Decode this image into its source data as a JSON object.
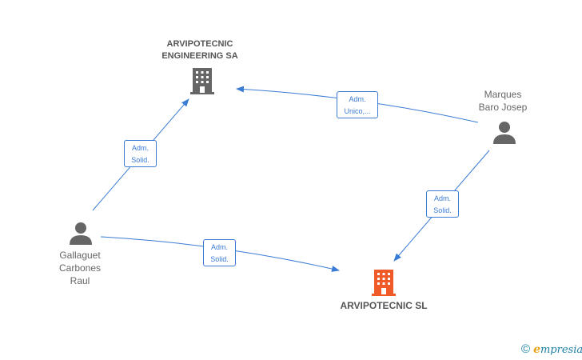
{
  "nodes": {
    "engineering": {
      "line1": "ARVIPOTECNIC",
      "line2": "ENGINEERING SA"
    },
    "marques": {
      "line1": "Marques",
      "line2": "Baro Josep"
    },
    "gallaguet": {
      "line1": "Gallaguet",
      "line2": "Carbones",
      "line3": "Raul"
    },
    "sl": {
      "line1": "ARVIPOTECNIC SL"
    }
  },
  "edges": {
    "marques_to_engineering": {
      "line1": "Adm.",
      "line2": "Unico,..."
    },
    "gallaguet_to_engineering": {
      "line1": "Adm.",
      "line2": "Solid."
    },
    "marques_to_sl": {
      "line1": "Adm.",
      "line2": "Solid."
    },
    "gallaguet_to_sl": {
      "line1": "Adm.",
      "line2": "Solid."
    }
  },
  "brand": {
    "copyright": "©",
    "e": "e",
    "rest": "mpresia"
  },
  "colors": {
    "edge": "#3a7bd5",
    "company": "#666666",
    "main_company": "#f05a28",
    "person": "#666666"
  }
}
